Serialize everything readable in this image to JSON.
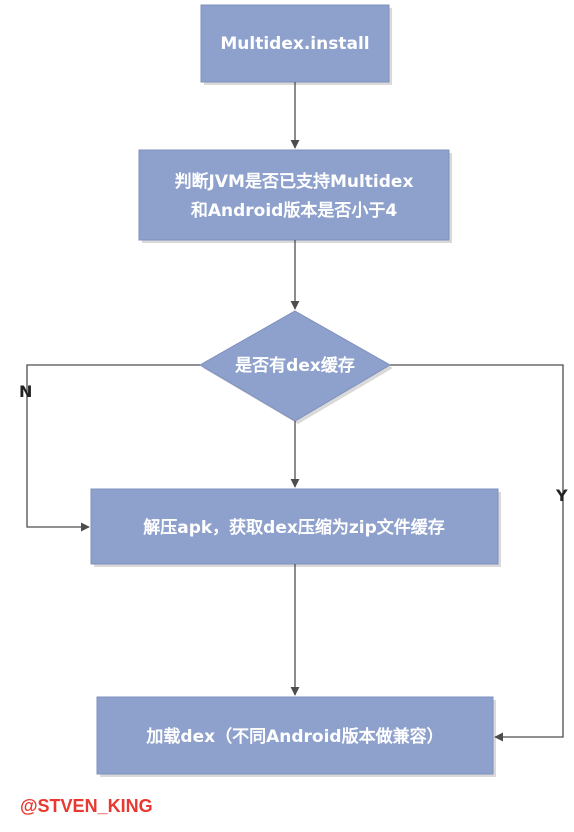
{
  "nodes": {
    "multidex_install": "Multidex.install",
    "check_line1": "判断JVM是否已支持Multidex",
    "check_line2": "和Android版本是否小于4",
    "decision": "是否有dex缓存",
    "extract": "解压apk，获取dex压缩为zip文件缓存",
    "load": "加载dex（不同Android版本做兼容）"
  },
  "edges": {
    "no_label": "N",
    "yes_label": "Y"
  },
  "watermark": "@STVEN_KING",
  "colors": {
    "node_fill": "#8ea0cc",
    "node_text": "#ffffff",
    "edge": "#4d4d4d",
    "watermark": "#e8382f"
  }
}
